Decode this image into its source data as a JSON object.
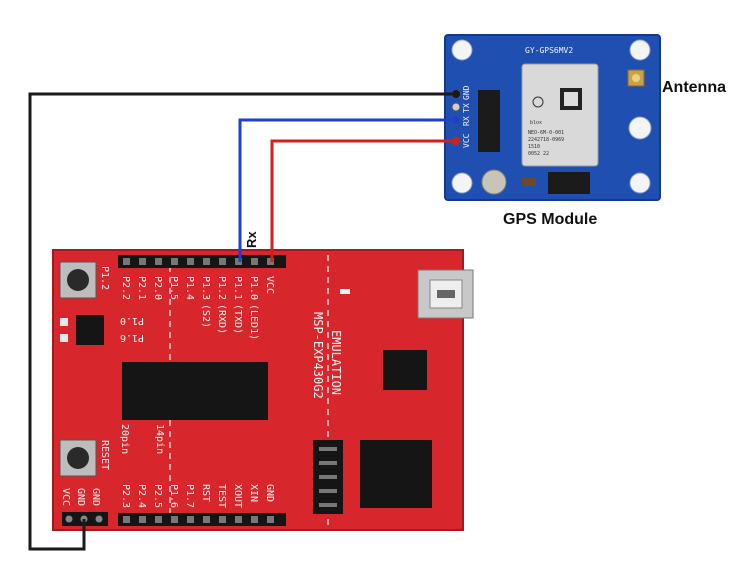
{
  "colors": {
    "board_red": "#d7272c",
    "gps_blue": "#1f4fb0",
    "wire_black": "#1a1a1a",
    "wire_blue": "#1f3fd0",
    "wire_red": "#d02020"
  },
  "labels": {
    "antenna": "Antenna",
    "gps_module": "GPS Module",
    "rx": "Rx"
  },
  "gps": {
    "model": "GY-GPS6MV2",
    "pins": [
      "GND",
      "TX",
      "RX",
      "VCC"
    ],
    "chip_lines": [
      "NEO-6M-0-001",
      "2242718-0969",
      "1510",
      "0052 22"
    ],
    "brand": "blox"
  },
  "board": {
    "title": "EMULATION",
    "model": "MSP-EXP430G2",
    "top_pins": [
      "VCC",
      "P1.0",
      "P1.1",
      "P1.2",
      "P1.3",
      "P1.4",
      "P1.5",
      "P2.0",
      "P2.1",
      "P2.2"
    ],
    "top_notes": [
      "(LED1)",
      "(TXD)",
      "(RXD)",
      "(S2)"
    ],
    "bottom_pins": [
      "GND",
      "XIN",
      "XOUT",
      "TEST",
      "RST",
      "P1.7",
      "P1.6",
      "P2.5",
      "P2.4",
      "P2.3"
    ],
    "left_header": [
      "VCC",
      "GND",
      "GND"
    ],
    "p1_labels": [
      "P1.0",
      "P1.6"
    ],
    "pin_count_20": "20pin",
    "pin_count_14": "14pin",
    "reset": "RESET"
  }
}
